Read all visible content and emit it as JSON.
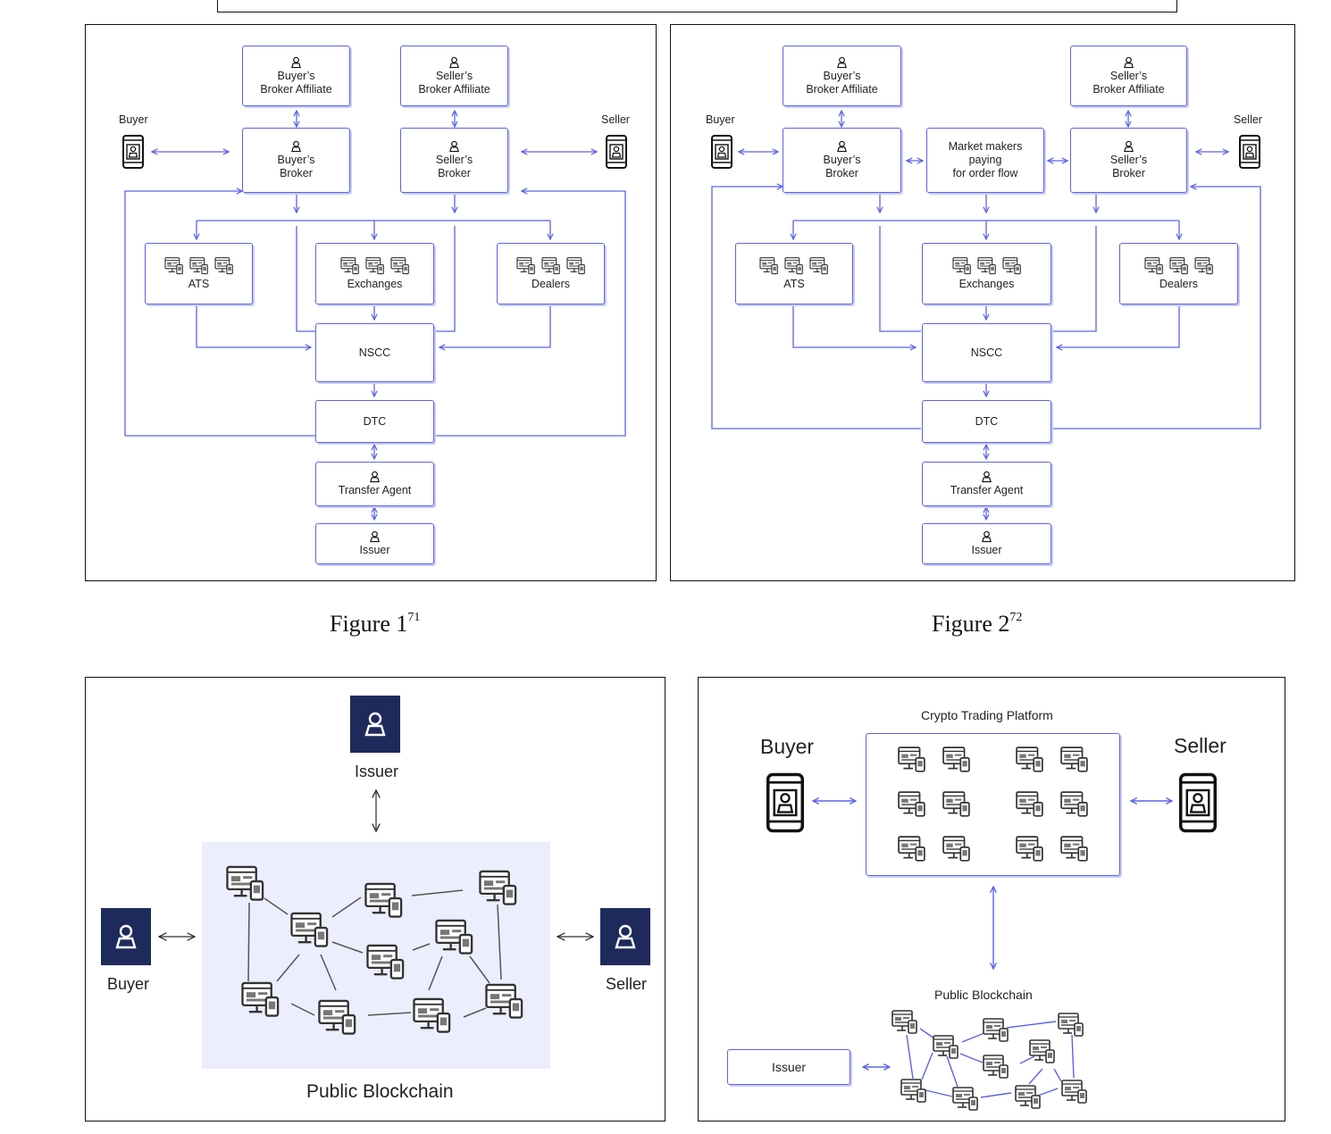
{
  "colors": {
    "line": "#5b63e8",
    "box_border": "#5b63e8",
    "navy": "#1f2a5c",
    "blockchain_bg": "#eceefd",
    "gray_line": "#555555"
  },
  "fig1": {
    "buyer_affiliate_l1": "Buyer’s",
    "buyer_affiliate_l2": "Broker Affiliate",
    "seller_affiliate_l1": "Seller’s",
    "seller_affiliate_l2": "Broker Affiliate",
    "buyer_label": "Buyer",
    "seller_label": "Seller",
    "buyer_broker_l1": "Buyer’s",
    "buyer_broker_l2": "Broker",
    "seller_broker_l1": "Seller’s",
    "seller_broker_l2": "Broker",
    "ats": "ATS",
    "exchanges": "Exchanges",
    "dealers": "Dealers",
    "nscc": "NSCC",
    "dtc": "DTC",
    "transfer_agent": "Transfer Agent",
    "issuer": "Issuer"
  },
  "fig2": {
    "buyer_affiliate_l1": "Buyer’s",
    "buyer_affiliate_l2": "Broker Affiliate",
    "seller_affiliate_l1": "Seller’s",
    "seller_affiliate_l2": "Broker Affiliate",
    "buyer_label": "Buyer",
    "seller_label": "Seller",
    "buyer_broker_l1": "Buyer’s",
    "buyer_broker_l2": "Broker",
    "seller_broker_l1": "Seller’s",
    "seller_broker_l2": "Broker",
    "mm_l1": "Market makers",
    "mm_l2": "paying",
    "mm_l3": "for order flow",
    "ats": "ATS",
    "exchanges": "Exchanges",
    "dealers": "Dealers",
    "nscc": "NSCC",
    "dtc": "DTC",
    "transfer_agent": "Transfer Agent",
    "issuer": "Issuer"
  },
  "captions": {
    "fig1_text": "Figure 1",
    "fig1_note": "71",
    "fig2_text": "Figure 2",
    "fig2_note": "72"
  },
  "fig3": {
    "issuer": "Issuer",
    "buyer": "Buyer",
    "seller": "Seller",
    "blockchain": "Public Blockchain"
  },
  "fig4": {
    "platform": "Crypto Trading Platform",
    "buyer": "Buyer",
    "seller": "Seller",
    "blockchain": "Public Blockchain",
    "issuer": "Issuer"
  },
  "icons": [
    "person-icon",
    "phone-icon",
    "computer-node-icon",
    "double-arrow-icon"
  ]
}
